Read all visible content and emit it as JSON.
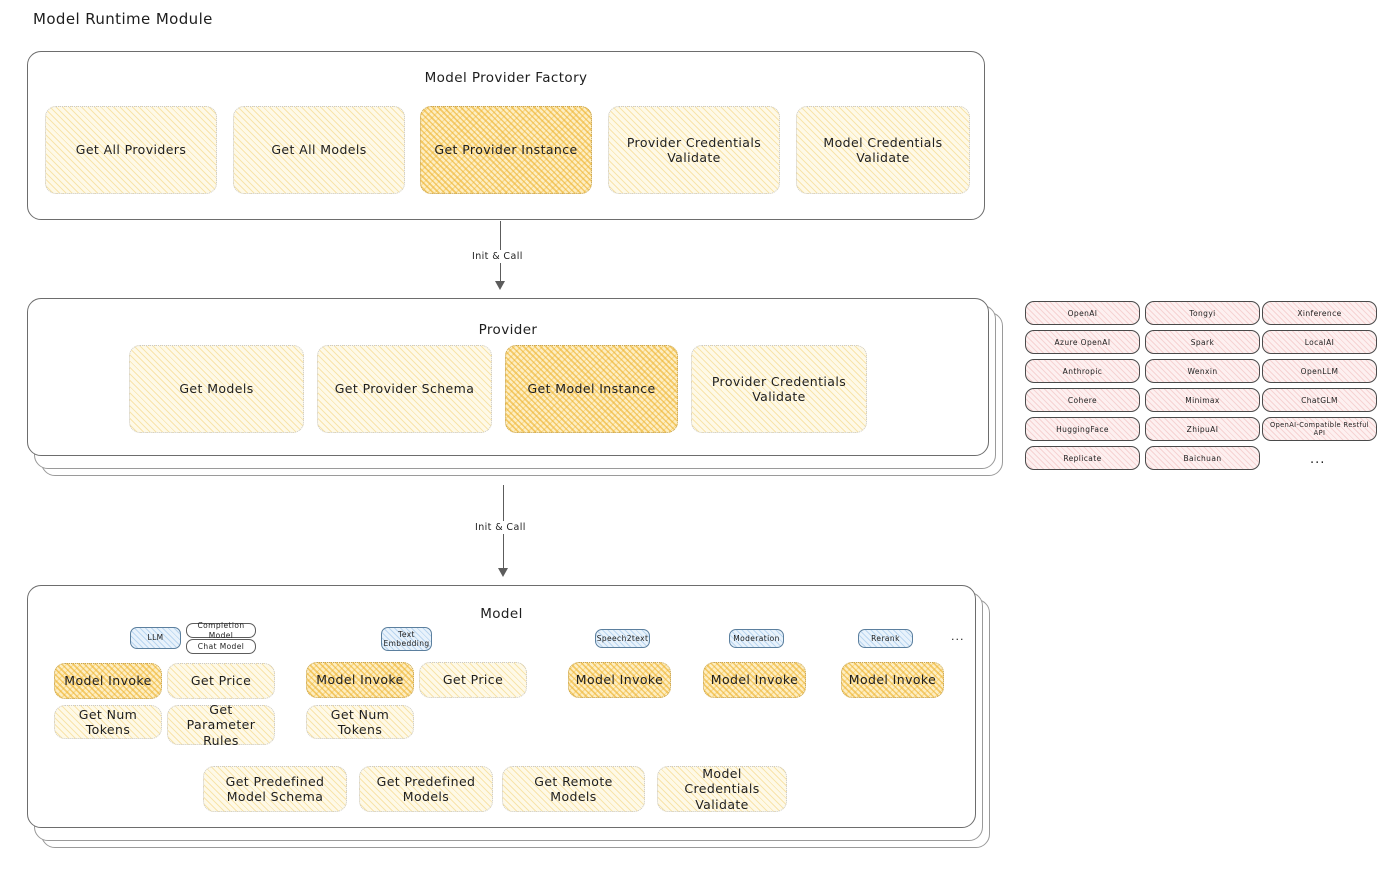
{
  "title": "Model Runtime Module",
  "factory": {
    "title": "Model Provider Factory",
    "methods": [
      {
        "label": "Get All Providers",
        "highlighted": false
      },
      {
        "label": "Get All Models",
        "highlighted": false
      },
      {
        "label": "Get Provider Instance",
        "highlighted": true
      },
      {
        "label": "Provider Credentials Validate",
        "highlighted": false
      },
      {
        "label": "Model Credentials Validate",
        "highlighted": false
      }
    ]
  },
  "arrows": [
    {
      "label": "Init & Call"
    },
    {
      "label": "Init & Call"
    }
  ],
  "provider": {
    "title": "Provider",
    "methods": [
      {
        "label": "Get Models",
        "highlighted": false
      },
      {
        "label": "Get Provider Schema",
        "highlighted": false
      },
      {
        "label": "Get Model Instance",
        "highlighted": true
      },
      {
        "label": "Provider Credentials Validate",
        "highlighted": false
      }
    ],
    "stack_layers": 3
  },
  "provider_list": {
    "columns": [
      [
        "OpenAI",
        "Azure OpenAI",
        "Anthropic",
        "Cohere",
        "HuggingFace",
        "Replicate"
      ],
      [
        "Tongyi",
        "Spark",
        "Wenxin",
        "Minimax",
        "ZhipuAI",
        "Baichuan"
      ],
      [
        "Xinference",
        "LocalAI",
        "OpenLLM",
        "ChatGLM",
        "OpenAI-Compatible Restful API"
      ]
    ],
    "more_symbol": "..."
  },
  "model": {
    "title": "Model",
    "stack_layers": 3,
    "more_symbol": "...",
    "types": [
      {
        "tag": "LLM",
        "tag_filled": true,
        "subtags": [
          "Completion Model",
          "Chat Model"
        ],
        "methods": [
          {
            "label": "Model Invoke",
            "highlighted": true
          },
          {
            "label": "Get Price",
            "highlighted": false
          },
          {
            "label": "Get Num Tokens",
            "highlighted": false
          },
          {
            "label": "Get Parameter Rules",
            "highlighted": false
          }
        ]
      },
      {
        "tag": "Text Embedding",
        "tag_filled": true,
        "subtags": [],
        "methods": [
          {
            "label": "Model Invoke",
            "highlighted": true
          },
          {
            "label": "Get Price",
            "highlighted": false
          },
          {
            "label": "Get Num Tokens",
            "highlighted": false
          }
        ]
      },
      {
        "tag": "Speech2text",
        "tag_filled": true,
        "subtags": [],
        "methods": [
          {
            "label": "Model Invoke",
            "highlighted": true
          }
        ]
      },
      {
        "tag": "Moderation",
        "tag_filled": true,
        "subtags": [],
        "methods": [
          {
            "label": "Model Invoke",
            "highlighted": true
          }
        ]
      },
      {
        "tag": "Rerank",
        "tag_filled": true,
        "subtags": [],
        "methods": [
          {
            "label": "Model Invoke",
            "highlighted": true
          }
        ]
      }
    ],
    "common_methods": [
      {
        "label": "Get Predefined Model Schema",
        "highlighted": false
      },
      {
        "label": "Get Predefined Models",
        "highlighted": false
      },
      {
        "label": "Get Remote Models",
        "highlighted": false
      },
      {
        "label": "Model Credentials Validate",
        "highlighted": false
      }
    ]
  },
  "colors": {
    "highlight": "#eeb22d",
    "soft_yellow": "#fef9e7",
    "provider_pink": "#fdf0f0",
    "tag_blue": "#e8f2fb",
    "stroke": "#1e1e1e"
  }
}
